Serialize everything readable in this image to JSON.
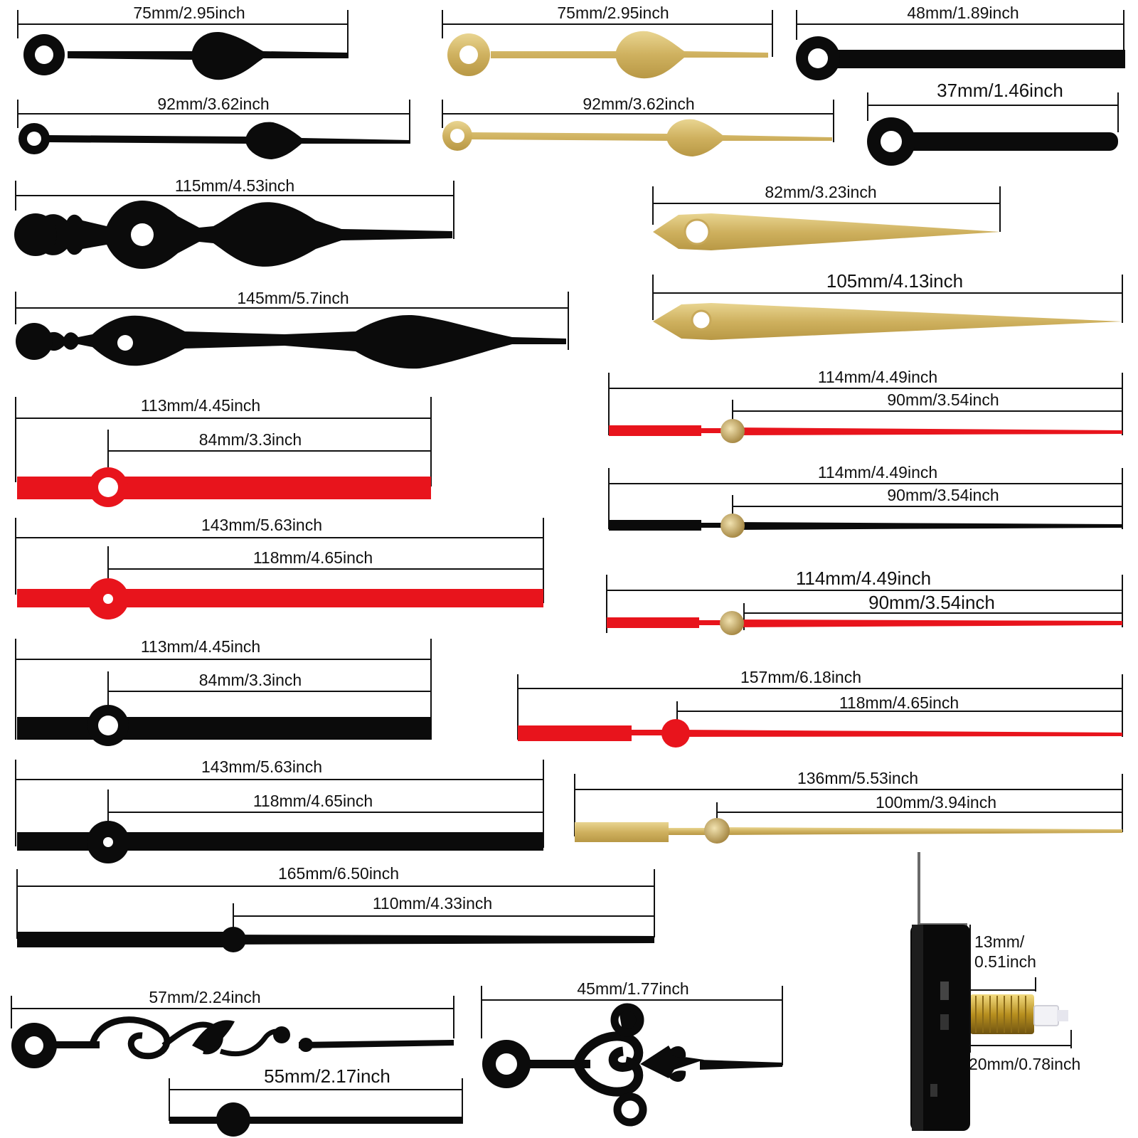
{
  "colors": {
    "black": "#0b0b0b",
    "gold": "#d2b564",
    "gold_light": "#e6d08c",
    "red": "#e8141c",
    "line": "#111111"
  },
  "hands": [
    {
      "id": "h01",
      "label": "75mm/2.95inch",
      "color": "black",
      "style": "spade"
    },
    {
      "id": "h02",
      "label": "75mm/2.95inch",
      "color": "gold",
      "style": "spade"
    },
    {
      "id": "h03",
      "label": "48mm/1.89inch",
      "color": "black",
      "style": "straight"
    },
    {
      "id": "h04",
      "label": "92mm/3.62inch",
      "color": "black",
      "style": "spade"
    },
    {
      "id": "h05",
      "label": "92mm/3.62inch",
      "color": "gold",
      "style": "spade"
    },
    {
      "id": "h06",
      "label": "37mm/1.46inch",
      "color": "black",
      "style": "straight"
    },
    {
      "id": "h07",
      "label": "115mm/4.53inch",
      "color": "black",
      "style": "ornate"
    },
    {
      "id": "h08",
      "label": "82mm/3.23inch",
      "color": "gold",
      "style": "tapered"
    },
    {
      "id": "h09",
      "label": "145mm/5.7inch",
      "color": "black",
      "style": "ornate"
    },
    {
      "id": "h10",
      "label": "105mm/4.13inch",
      "color": "gold",
      "style": "tapered"
    },
    {
      "id": "h11",
      "label": "113mm/4.45inch",
      "sub_label": "84mm/3.3inch",
      "color": "red",
      "style": "second-wide"
    },
    {
      "id": "h12",
      "label": "114mm/4.49inch",
      "sub_label": "90mm/3.54inch",
      "color": "red",
      "style": "second-thin"
    },
    {
      "id": "h13",
      "label": "114mm/4.49inch",
      "sub_label": "90mm/3.54inch",
      "color": "black",
      "style": "second-thin"
    },
    {
      "id": "h14",
      "label": "143mm/5.63inch",
      "sub_label": "118mm/4.65inch",
      "color": "red",
      "style": "second-wide"
    },
    {
      "id": "h15",
      "label": "114mm/4.49inch",
      "sub_label": "90mm/3.54inch",
      "color": "red",
      "style": "second-thin"
    },
    {
      "id": "h16",
      "label": "113mm/4.45inch",
      "sub_label": "84mm/3.3inch",
      "color": "black",
      "style": "second-wide"
    },
    {
      "id": "h17",
      "label": "157mm/6.18inch",
      "sub_label": "118mm/4.65inch",
      "color": "red",
      "style": "second-thin"
    },
    {
      "id": "h18",
      "label": "143mm/5.63inch",
      "sub_label": "118mm/4.65inch",
      "color": "black",
      "style": "second-wide"
    },
    {
      "id": "h19",
      "label": "136mm/5.53inch",
      "sub_label": "100mm/3.94inch",
      "color": "gold",
      "style": "second-thin"
    },
    {
      "id": "h20",
      "label": "165mm/6.50inch",
      "sub_label": "110mm/4.33inch",
      "color": "black",
      "style": "second-thin"
    },
    {
      "id": "h21",
      "label": "57mm/2.24inch",
      "color": "black",
      "style": "filigree"
    },
    {
      "id": "h22",
      "label": "55mm/2.17inch",
      "color": "black",
      "style": "straight"
    },
    {
      "id": "h23",
      "label": "45mm/1.77inch",
      "color": "black",
      "style": "filigree"
    }
  ],
  "movement": {
    "shaft_label_line1": "13mm/",
    "shaft_label_line2": "0.51inch",
    "total_label": "20mm/0.78inch"
  }
}
